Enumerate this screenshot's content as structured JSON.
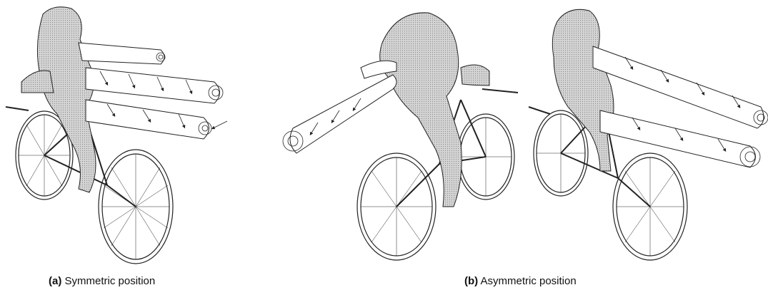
{
  "figure": {
    "subfigures": [
      {
        "tag": "(a)",
        "label": "Symmetric position"
      },
      {
        "tag": "(b)",
        "label": "Asymmetric position"
      }
    ]
  },
  "palette": {
    "line": "#222222",
    "rider_fill": "#c8c8c8",
    "vortex_fill": "#ffffff"
  }
}
